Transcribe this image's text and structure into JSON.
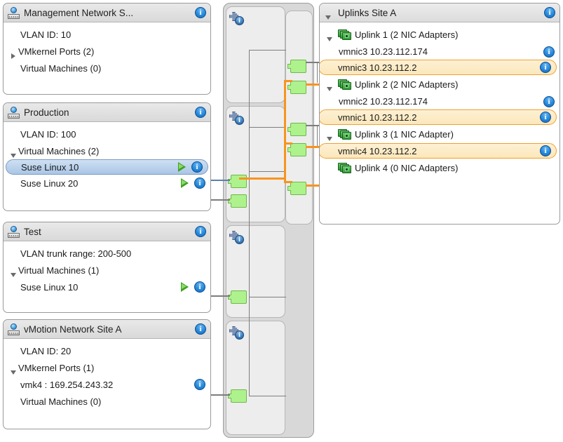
{
  "view": {
    "title": "vSphere Distributed Switch Topology",
    "background": "#ffffff",
    "accent_orange": "#f7941e",
    "accent_blue_selection": "#a9c6e6",
    "accent_highlight_fill": "#fbe7bb"
  },
  "port_groups": [
    {
      "name": "Management Network S...",
      "icon": "port-group-icon",
      "info_icon": "info-icon",
      "lines": [
        {
          "type": "plain",
          "text": "VLAN ID: 10"
        },
        {
          "type": "collapsed",
          "text": "VMkernel Ports (2)"
        },
        {
          "type": "plain",
          "text": "Virtual Machines (0)"
        }
      ]
    },
    {
      "name": "Production",
      "icon": "port-group-icon",
      "info_icon": "info-icon",
      "lines": [
        {
          "type": "plain",
          "text": "VLAN ID: 100"
        },
        {
          "type": "expanded",
          "text": "Virtual Machines (2)"
        },
        {
          "type": "vm",
          "text": "Suse Linux 10",
          "selected": true,
          "power": "powered-on"
        },
        {
          "type": "vm",
          "text": "Suse Linux 20",
          "selected": false,
          "power": "powered-on"
        }
      ]
    },
    {
      "name": "Test",
      "icon": "port-group-icon",
      "info_icon": "info-icon",
      "lines": [
        {
          "type": "plain",
          "text": "VLAN trunk range: 200-500"
        },
        {
          "type": "expanded",
          "text": "Virtual Machines (1)"
        },
        {
          "type": "vm",
          "text": "Suse Linux 10",
          "selected": false,
          "power": "powered-on"
        }
      ]
    },
    {
      "name": "vMotion Network Site A",
      "icon": "port-group-icon",
      "info_icon": "info-icon",
      "lines": [
        {
          "type": "plain",
          "text": "VLAN ID: 20"
        },
        {
          "type": "expanded",
          "text": "VMkernel Ports (1)"
        },
        {
          "type": "vmk",
          "text": "vmk4 : 169.254.243.32"
        },
        {
          "type": "plain",
          "text": "Virtual Machines (0)"
        }
      ]
    }
  ],
  "uplinks_panel": {
    "title": "Uplinks Site A",
    "expanded": true,
    "info_icon": "info-icon",
    "rows": [
      {
        "type": "uplink",
        "text": "Uplink 1 (2 NIC Adapters)",
        "expanded": true
      },
      {
        "type": "vmnic",
        "text": "vmnic3 10.23.112.174",
        "highlighted": false
      },
      {
        "type": "vmnic",
        "text": "vmnic3 10.23.112.2",
        "highlighted": true
      },
      {
        "type": "uplink",
        "text": "Uplink 2 (2 NIC Adapters)",
        "expanded": true
      },
      {
        "type": "vmnic",
        "text": "vmnic2 10.23.112.174",
        "highlighted": false
      },
      {
        "type": "vmnic",
        "text": "vmnic1 10.23.112.2",
        "highlighted": true
      },
      {
        "type": "uplink",
        "text": "Uplink 3 (1 NIC Adapter)",
        "expanded": true
      },
      {
        "type": "vmnic",
        "text": "vmnic4 10.23.112.2",
        "highlighted": true
      },
      {
        "type": "uplink",
        "text": "Uplink 4 (0 NIC Adapters)",
        "expanded": false
      }
    ]
  },
  "switch_column": {
    "host_slots": 4,
    "uplink_slot_ports": 5,
    "properties_icon": "properties-gear-info-icon",
    "port_icon": "network-port-icon"
  }
}
